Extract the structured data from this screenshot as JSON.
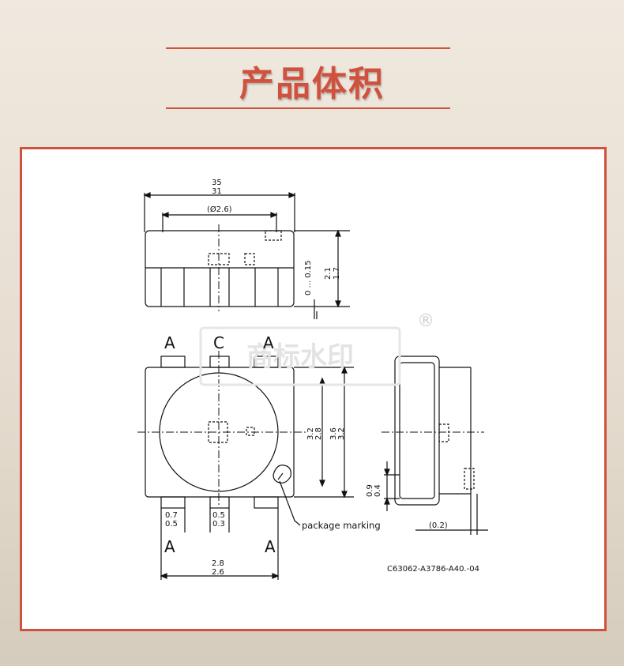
{
  "header": {
    "title": "产品体积"
  },
  "watermark": {
    "brand": "®"
  },
  "top_view": {
    "width_max": "35",
    "width_min": "31",
    "lens_dia": "(Ø2.6)",
    "gap_label": "0 ... 0.15",
    "height_max": "2.1",
    "height_min": "1.7"
  },
  "front_view": {
    "pin_top_labels": [
      "A",
      "C",
      "A"
    ],
    "pin_bottom_labels": [
      "A",
      "A"
    ],
    "inner_h_max": "3.2",
    "inner_h_min": "2.8",
    "outer_h_max": "3.6",
    "outer_h_min": "3.2",
    "pad1_max": "0.7",
    "pad1_min": "0.5",
    "pad2_max": "0.5",
    "pad2_min": "0.3",
    "pitch_max": "2.8",
    "pitch_min": "2.6",
    "package_marking": "package marking"
  },
  "side_view": {
    "lead_max": "0.9",
    "lead_min": "0.4",
    "lead_ref": "(0.2)"
  },
  "drawing_number": "C63062-A3786-A40.-04",
  "colors": {
    "accent": "#d0523e",
    "line": "#111111"
  }
}
